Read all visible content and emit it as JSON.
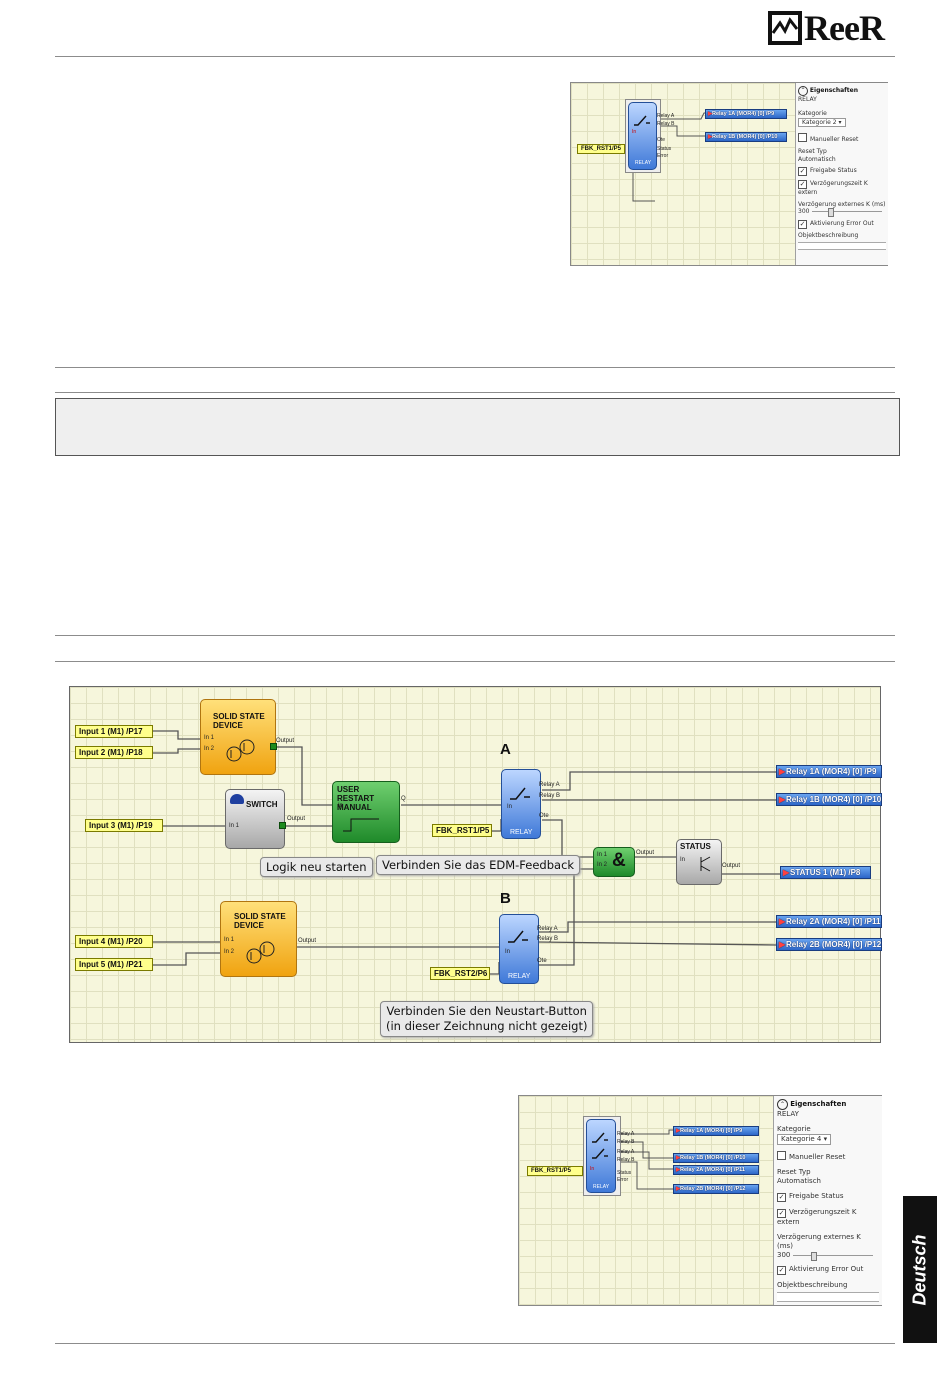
{
  "brand": {
    "logo_text": "ReeR"
  },
  "side_tab": {
    "label": "Deutsch"
  },
  "props": {
    "heading": "Eigenschaften",
    "object_type": "RELAY",
    "category_label": "Kategorie",
    "manual_reset_label": "Manueller Reset",
    "reset_type_label": "Reset Typ",
    "reset_type_value": "Automatisch",
    "enable_status_label": "Freigabe Status",
    "delay_k_label": "Verzögerungszeit K extern",
    "delay_ext_label": "Verzögerung externes K (ms)",
    "delay_ext_value": "300",
    "error_out_label": "Aktivierung Error Out",
    "description_label": "Objektbeschreibung"
  },
  "fig1": {
    "category_value": "Kategorie 2",
    "manual_reset": false,
    "enable_status": true,
    "delay_k": true,
    "error_out": true,
    "input": "FBK_RST1/P5",
    "outputs": [
      "Relay 1A (MOR4) [0] /P9",
      "Relay 1B (MOR4) [0] /P10"
    ],
    "ports": {
      "relay_a": "Relay A",
      "relay_b": "Relay B",
      "in": "In",
      "ote": "Ote",
      "status": "Status",
      "error": "Error"
    },
    "block": "RELAY"
  },
  "fig2": {
    "inputs": {
      "in1": "Input 1 (M1) /P17",
      "in2": "Input 2 (M1) /P18",
      "in3": "Input 3 (M1) /P19",
      "in4": "Input 4 (M1) /P20",
      "in5": "Input 5 (M1) /P21",
      "fbk1": "FBK_RST1/P5",
      "fbk2": "FBK_RST2/P6"
    },
    "outputs": {
      "o1": "Relay 1A (MOR4) [0] /P9",
      "o2": "Relay 1B (MOR4) [0] /P10",
      "o3": "STATUS 1 (M1) /P8",
      "o4": "Relay 2A (MOR4) [0] /P11",
      "o5": "Relay 2B (MOR4) [0] /P12"
    },
    "blocks": {
      "ssd": "SOLID STATE DEVICE",
      "switch": "SWITCH",
      "urm": "USER RESTART MANUAL",
      "relay": "RELAY",
      "and_sym": "&",
      "status": "STATUS"
    },
    "ports": {
      "in1": "In 1",
      "in2": "In 2",
      "output": "Output",
      "in": "In",
      "q": "Q",
      "relay_a": "Relay A",
      "relay_b": "Relay B",
      "ote": "Ote"
    },
    "captions": {
      "a": "A",
      "b": "B"
    },
    "annotations": {
      "restart_logic": "Logik neu starten",
      "edm": "Verbinden Sie das EDM-Feedback",
      "restart_btn_1": "Verbinden Sie den Neustart-Button",
      "restart_btn_2": "(in dieser Zeichnung nicht gezeigt)"
    }
  },
  "fig3": {
    "category_value": "Kategorie 4",
    "manual_reset": false,
    "enable_status": true,
    "delay_k": true,
    "error_out": true,
    "input": "FBK_RST1/P5",
    "outputs": [
      "Relay 1A (MOR4) [0] /P9",
      "Relay 1B (MOR4) [0] /P10",
      "Relay 2A (MOR4) [0] /P11",
      "Relay 2B (MOR4) [0] /P12"
    ],
    "ports": {
      "relay_a": "Relay A",
      "relay_b": "Relay B",
      "in": "In",
      "status": "Status",
      "error": "Error"
    },
    "block": "RELAY"
  }
}
